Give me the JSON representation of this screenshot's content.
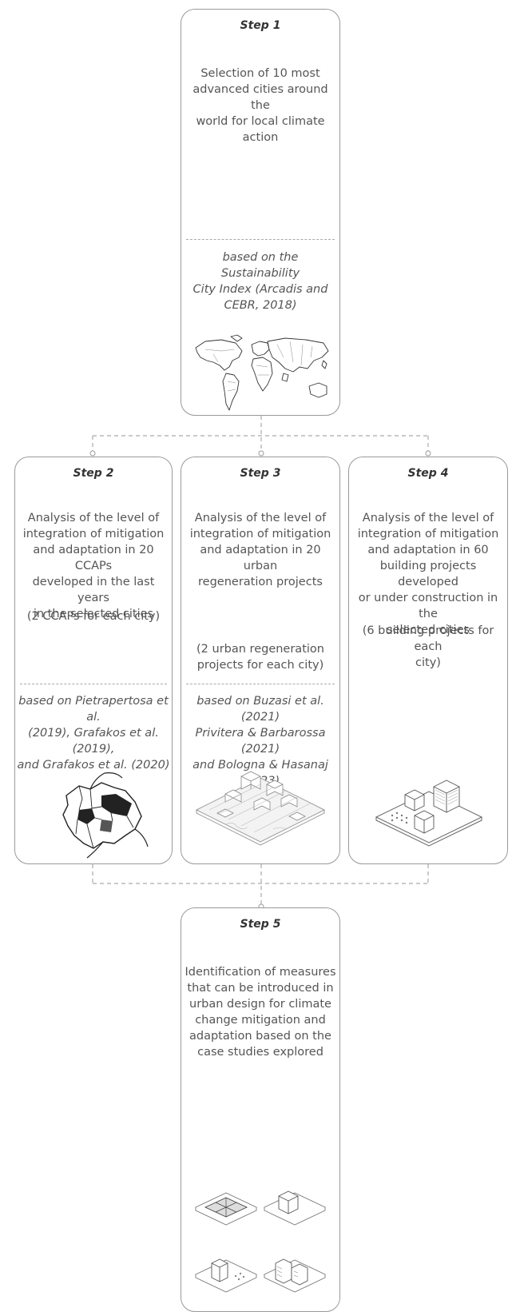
{
  "steps": [
    {
      "title": "Step 1",
      "description": "Selection of 10 most\nadvanced cities around the\nworld for local climate\naction",
      "reference": "based on the Sustainability\nCity Index (Arcadis and\nCEBR, 2018)",
      "icon": "world-map-icon"
    },
    {
      "title": "Step 2",
      "description": "Analysis of the level of\nintegration of mitigation\nand adaptation in 20 CCAPs\ndeveloped in the last years\nin the selected cities",
      "note": "(2 CCAPs for each city)",
      "reference": "based on Pietrapertosa et al.\n(2019), Grafakos et al. (2019),\nand Grafakos et al. (2020)",
      "icon": "city-districts-map-icon"
    },
    {
      "title": "Step 3",
      "description": "Analysis of the level of\nintegration of mitigation\nand adaptation in 20 urban\nregeneration projects",
      "note": "(2 urban regeneration\nprojects for each city)",
      "reference": "based on Buzasi et al. (2021)\nPrivitera & Barbarossa (2021)\nand Bologna & Hasanaj\n(2023)",
      "icon": "urban-district-isometric-icon"
    },
    {
      "title": "Step 4",
      "description": "Analysis of the level of\nintegration of mitigation\nand adaptation in 60\nbuilding projects developed\nor under construction in the\nselected cities",
      "note": "(6 building projects for each\ncity)",
      "icon": "building-block-isometric-icon"
    },
    {
      "title": "Step 5",
      "description": "Identification of measures\nthat can be introduced in\nurban design for climate\nchange mitigation and\nadaptation based on the\ncase studies explored",
      "icon": "urban-design-measures-icon"
    }
  ]
}
